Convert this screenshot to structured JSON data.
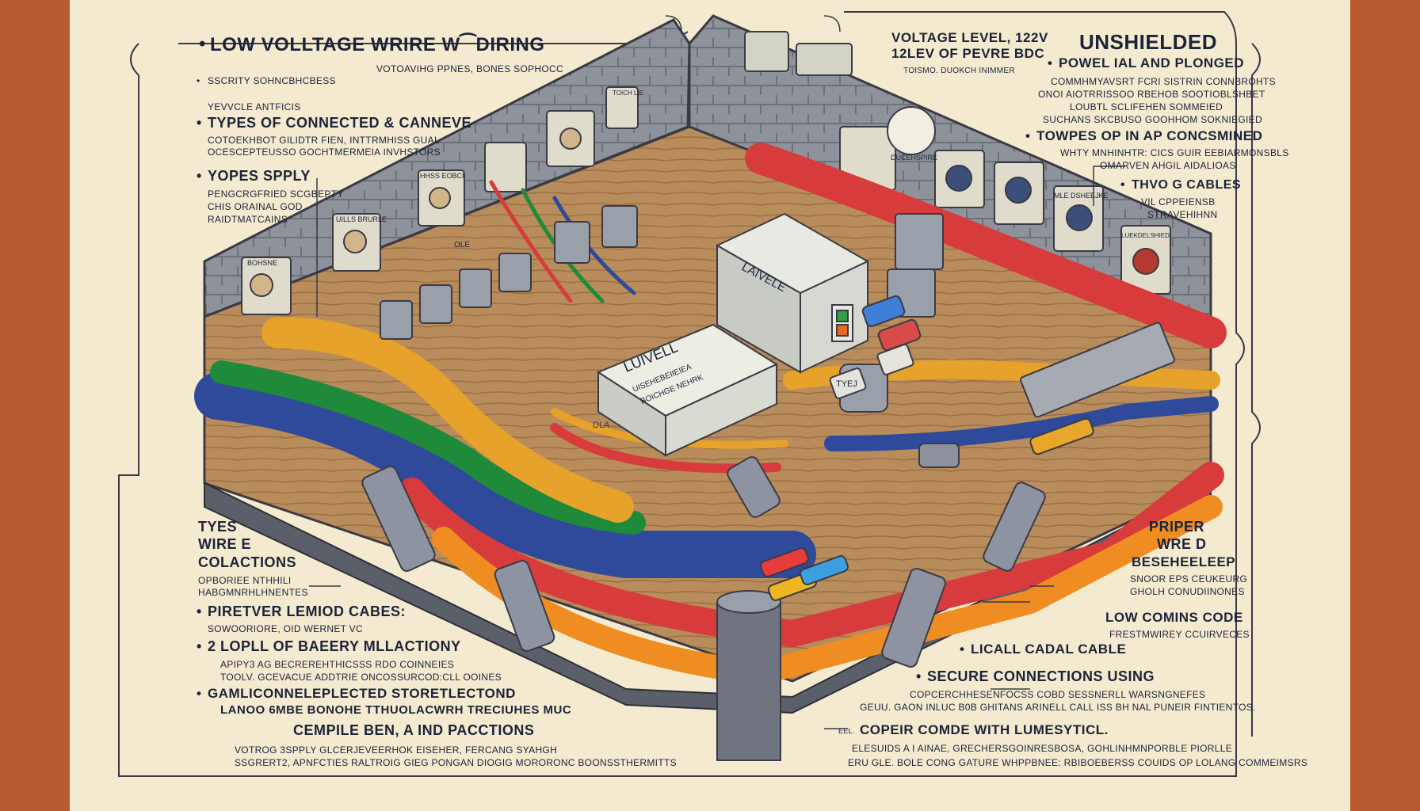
{
  "colors": {
    "frame": "#b95b30",
    "paper": "#f4ead0",
    "ink": "#1c2238",
    "wall": "#8b8f98",
    "floor": "#b98c5c"
  },
  "labels": {
    "main_title": "LOW VOLLTAGE WRIRE W⁀DIRING",
    "main_sub": "VOTOAVIHG PPNES, BONES SOPHOCC",
    "l1_sub": "SSCRITY SOHNCBHCBESS",
    "l1_sub2": "YEVVCLE ANTFICIS",
    "l2_head": "TYPES OF CONNECTED & CANNEVE",
    "l2_sub": "COTOEKHBOT GILIDTR FIEN, INTTRMHISS GUAL OCESCEPTEUSSO GOCHTMERMEIA INVHSTORS",
    "l3_head": "YOPES SPPLY",
    "l3_sub1": "PENGCRGFRIED SCGBEPTY",
    "l3_sub2": "CHIS ORAINAL GOD",
    "l3_sub3": "RAIDTMATCAINS",
    "l4_head1": "TYES",
    "l4_head2": "WIRE E",
    "l4_head3": "COLACTIONS",
    "l4_sub1": "OPBORIEE NTHHILI",
    "l4_sub2": "HABGMNRHLHNENTES",
    "l5_head": "PIRETVER LEMIOD CABES:",
    "l5_sub": "SOWOORIORE, OID WERNET VC",
    "l6_head": "2 LOPLL OF BAEERY MLLACTIONY",
    "l6_sub1": "APIPY3 AG BECREREHTHICSSS RDO COINNEIES",
    "l6_sub2": "TOOLV. GCEVACUE ADDTRIE ONCOSSURCOD:CLL OOINES",
    "l7_head1": "GAMLICONNELEPLECTED STORETLECTOND",
    "l7_head2": "LANOO 6MBE BONOHE TTHUOLACWRH TRECIUHES MUC",
    "l8_head": "CEMPILE BEN, A IND PACCTIONS",
    "l8_sub1": "VOTROG 3SPPLY GLCERJEVEERHOK EISEHER, FERCANG SYAHGH",
    "l8_sub2": "SSGRERT2, APNFCTIES RALTROIG GIEG PONGAN DIOGIG MORORONC BOONSSTHERMITTS",
    "c_head1": "VOLTAGE LEVEL, 122V",
    "c_head2": "12LEV OF PEVRE BDC",
    "c_sub": "TOISMO. DUOKCH INIMMER",
    "r1_head": "UNSHIELDED",
    "r1_sub": "POWEL IAL AND PLONGED",
    "r1_t1": "COMMHMYAVSRT FCRI SISTRIN CONNBROHTS",
    "r1_t2": "ONOI AIOTRRISSOO RBEHOB SOOTIOBLSHBET",
    "r1_t3": "LOUBTL SCLIFEHEN SOMMEIED",
    "r1_t4": "SUCHANS SKCBUSO GOOHHOM SOKNIEGIED",
    "r2_head": "TOWPES OP IN AP CONCSMINED",
    "r2_t1": "WHTY MNHINHTR: CICS GUIR EEBIARMONSBLS",
    "r2_t2": "OMARVEN AHGIL AIDALIOAS",
    "r3_head": "THVO G CABLES",
    "r3_t1": "VIL  CPPEIENSB",
    "r3_t2": "STRAVEHIHNN",
    "r4_head1": "PRIPER",
    "r4_head2": "WRE D",
    "r4_head3": "BESEHEELEEP",
    "r4_t1": "SNOOR EPS CEUKEURG",
    "r4_t2": "GHOLH CONUDIINONES",
    "r5_head": "LOW COMINS CODE",
    "r5_sub": "FRESTMWIREY CCUIRVECES",
    "r6_head": "LICALL CADAL CABLE",
    "r7_head": "SECURE CONNECTIONS USING",
    "r7_t1": "COPCERCHHESENFOCSS COBD SESSNERLL WARSNGNEFES",
    "r7_t2": "GEUU. GAON INLUC B0B GHITANS ARINELL CALL ISS BH NAL PUNEIR FINTIENTOS.",
    "r8_head": "COPEIR COMDE WITH LUMESYTICL.",
    "r8_prefix": "EEL.",
    "r8_t1": "ELESUIDS A I AINAE, GRECHERSGOINRESBOSA, GOHLINHMNPORBLE PIORLLE",
    "r8_t2": "ERU GLE. BOLE CONG GATURE WHPPBNEE: RBIBOEBERSS COUIDS OP LOLANG COMMEIMSRS",
    "box_big": "LUIVELL",
    "box_big_sub1": "UISEHEBEIIEIEA",
    "box_big_sub2": "BOICHGE NEHRK",
    "box_trans": "LAIVELE",
    "floor_mark": "DLA",
    "plate_1": "BOHSNE",
    "plate_2": "UILLS BRURLE",
    "plate_3": "HHSS EOBCI",
    "plate_4": "TOICH LIE",
    "plate_5": "DUCEHSPIRE",
    "plate_6": "MLE DSHEEJKE",
    "plate_7": "LUEKDELSHIED",
    "small_box": "TYEJ",
    "ole_mark": "OLE"
  }
}
